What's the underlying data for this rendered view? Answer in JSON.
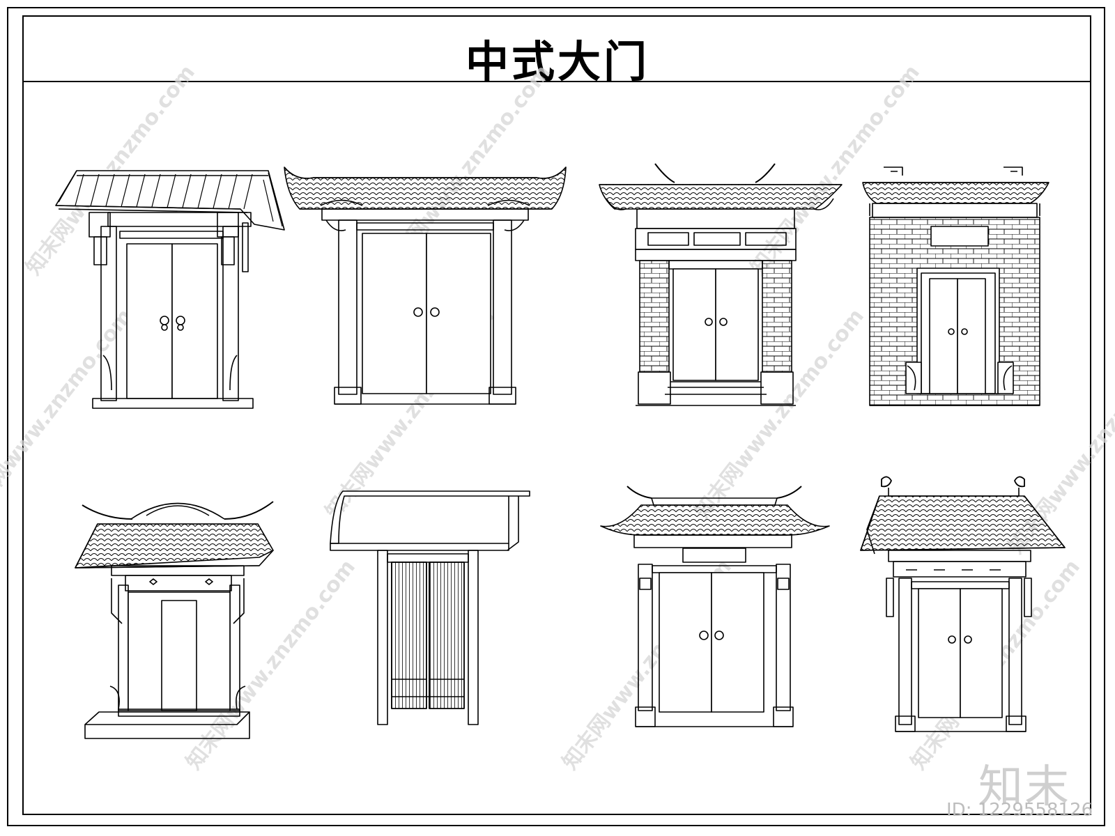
{
  "title": "中式大门",
  "watermark": {
    "text": "知末网www.znzmo.com",
    "brand": "知末",
    "id_label": "ID: 1229558126"
  },
  "gates": [
    {
      "style": "plank-roof"
    },
    {
      "style": "upturned-eave"
    },
    {
      "style": "brick-pier"
    },
    {
      "style": "brick-wall"
    },
    {
      "style": "pavilion"
    },
    {
      "style": "wood-lattice"
    },
    {
      "style": "columned-horned"
    },
    {
      "style": "dragon-ridge"
    }
  ],
  "colors": {
    "ink": "#000000",
    "paper": "#ffffff",
    "watermark": "#d6d6d6"
  }
}
